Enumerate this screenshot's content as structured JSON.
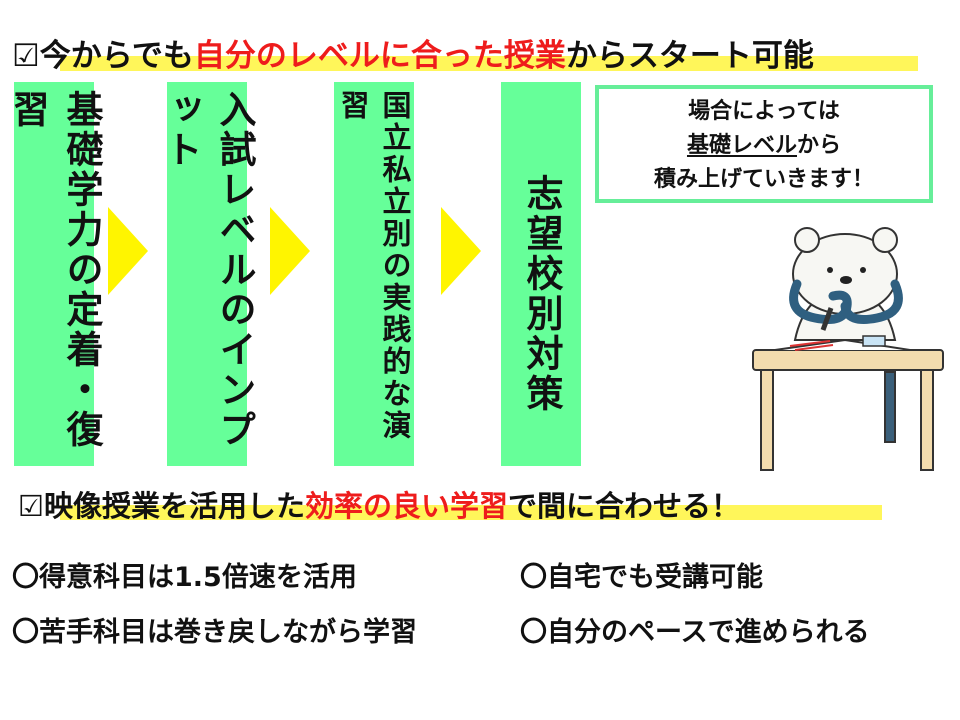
{
  "headline1": {
    "pre": "☑今からでも",
    "emph": "自分のレベルに合った授業",
    "post": "からスタート可能"
  },
  "steps": [
    {
      "label": "基礎学力の定着・復習"
    },
    {
      "label": "入試レベルのインプット"
    },
    {
      "label": "国立私立別の実践的な演習"
    },
    {
      "label": "志望校別対策"
    }
  ],
  "note": {
    "line1": "場合によっては",
    "line2_u": "基礎レベル",
    "line2_rest": "から",
    "line3": "積み上げていきます！"
  },
  "headline2": {
    "pre": "☑映像授業を活用した",
    "emph": "効率の良い学習",
    "post": "で間に合わせる！"
  },
  "bullets": [
    "〇得意科目は1.5倍速を活用",
    "〇自宅でも受講可能",
    "〇苦手科目は巻き戻しながら学習",
    "〇自分のペースで進められる"
  ],
  "colors": {
    "step_green": "#66ff99",
    "arrow_yellow": "#fff500",
    "highlight": "#fff65a",
    "emphasis_red": "#ee1c1c",
    "note_border": "#66ee99"
  },
  "illustration": {
    "icon": "studying-bear-icon"
  }
}
